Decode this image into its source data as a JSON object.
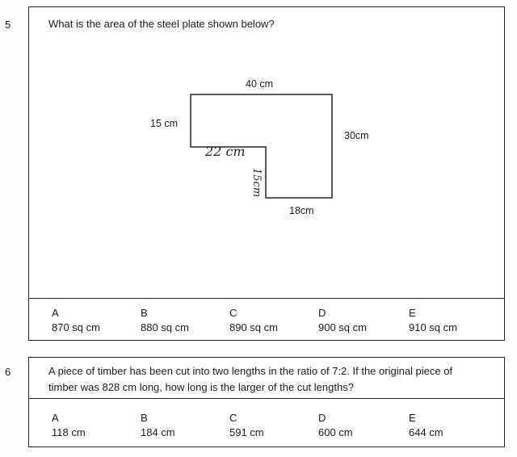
{
  "q5": {
    "number": "5",
    "question": "What is the area of the steel plate shown below?",
    "diagram": {
      "top": "40 cm",
      "left": "15 cm",
      "right": "30cm",
      "bottom": "18cm",
      "hand_inner_horizontal": "22 cm",
      "hand_inner_vertical": "15cm"
    },
    "options": [
      {
        "letter": "A",
        "value": "870 sq cm"
      },
      {
        "letter": "B",
        "value": "880 sq cm"
      },
      {
        "letter": "C",
        "value": "890 sq cm"
      },
      {
        "letter": "D",
        "value": "900 sq cm"
      },
      {
        "letter": "E",
        "value": "910 sq cm"
      }
    ]
  },
  "q6": {
    "number": "6",
    "question_line1": "A piece of timber has been cut into two lengths in the ratio of 7:2. If the original piece of",
    "question_line2": "timber was 828 cm long, how long is the larger of the cut lengths?",
    "options": [
      {
        "letter": "A",
        "value": "118 cm"
      },
      {
        "letter": "B",
        "value": "184 cm"
      },
      {
        "letter": "C",
        "value": "591 cm"
      },
      {
        "letter": "D",
        "value": "600 cm"
      },
      {
        "letter": "E",
        "value": "644 cm"
      }
    ]
  }
}
